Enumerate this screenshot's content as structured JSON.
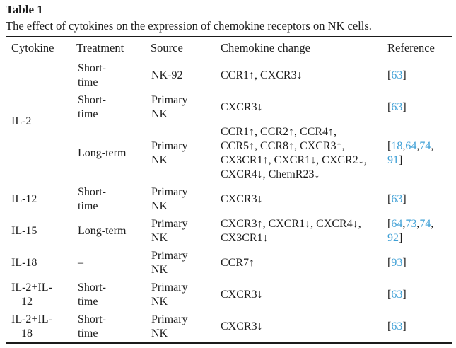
{
  "title": "Table 1",
  "caption": "The effect of cytokines on the expression of chemokine receptors on NK cells.",
  "colors": {
    "citation_link": "#3fa0d6",
    "text": "#1d1d1d",
    "rule": "#1b1b1b"
  },
  "table": {
    "headers": [
      "Cytokine",
      "Treatment",
      "Source",
      "Chemokine change",
      "Reference"
    ],
    "rows": [
      {
        "cytokine": "IL-2",
        "cytokine_rowspan": 3,
        "treatment": "Short-\ntime",
        "source": "NK-92",
        "chemokine": "CCR1↑, CXCR3↓",
        "reference": "[63]"
      },
      {
        "treatment": "Short-\ntime",
        "source": "Primary\nNK",
        "chemokine": "CXCR3↓",
        "reference": "[63]"
      },
      {
        "treatment": "Long-term",
        "source": "Primary\nNK",
        "chemokine": "CCR1↑, CCR2↑, CCR4↑,\nCCR5↑, CCR8↑, CXCR3↑,\nCX3CR1↑, CXCR1↓, CXCR2↓,\nCXCR4↓, ChemR23↓",
        "reference": "[18,64,74,\n91]"
      },
      {
        "cytokine": "IL-12",
        "cytokine_rowspan": 1,
        "treatment": "Short-\ntime",
        "source": "Primary\nNK",
        "chemokine": "CXCR3↓",
        "reference": "[63]"
      },
      {
        "cytokine": "IL-15",
        "cytokine_rowspan": 1,
        "treatment": "Long-term",
        "source": "Primary\nNK",
        "chemokine": "CXCR3↑, CXCR1↓, CXCR4↓,\nCX3CR1↓",
        "reference": "[64,73,74,\n92]"
      },
      {
        "cytokine": "IL-18",
        "cytokine_rowspan": 1,
        "treatment": "–",
        "source": "Primary\nNK",
        "chemokine": "CCR7↑",
        "reference": "[93]"
      },
      {
        "cytokine": "IL-2+IL-\n12",
        "cytokine_rowspan": 1,
        "treatment": "Short-\ntime",
        "source": "Primary\nNK",
        "chemokine": "CXCR3↓",
        "reference": "[63]"
      },
      {
        "cytokine": "IL-2+IL-\n18",
        "cytokine_rowspan": 1,
        "treatment": "Short-\ntime",
        "source": "Primary\nNK",
        "chemokine": "CXCR3↓",
        "reference": "[63]"
      }
    ]
  }
}
